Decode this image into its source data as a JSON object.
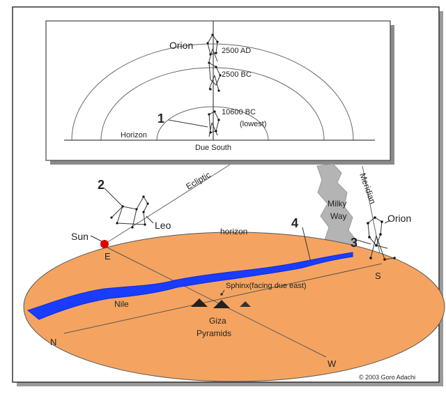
{
  "labels": {
    "orion_top": "Orion",
    "ad2500": "2500 AD",
    "bc2500": "2500 BC",
    "bc10600": "10600 BC",
    "lowest": "(lowest)",
    "num1": "1",
    "horizon_top": "Horizon",
    "due_south": "Due South",
    "ecliptic": "Ecliptic",
    "meridian": "Meridian",
    "milky_way_1": "Milky",
    "milky_way_2": "Way",
    "num2": "2",
    "leo": "Leo",
    "sun": "Sun",
    "horizon": "horizon",
    "num4": "4",
    "num3": "3",
    "orion": "Orion",
    "east": "E",
    "south": "S",
    "north": "N",
    "west": "W",
    "sphinx": "Sphinx(facing due east)",
    "nile": "Nile",
    "giza_1": "Giza",
    "giza_2": "Pyramids",
    "copyright": "© 2003 Goro Adachi"
  },
  "colors": {
    "plain": "#f4a460",
    "nile": "#1a3cff",
    "sun": "#e00000",
    "milky_way": "#b4b4b4",
    "inset_bg": "#ffffff"
  }
}
